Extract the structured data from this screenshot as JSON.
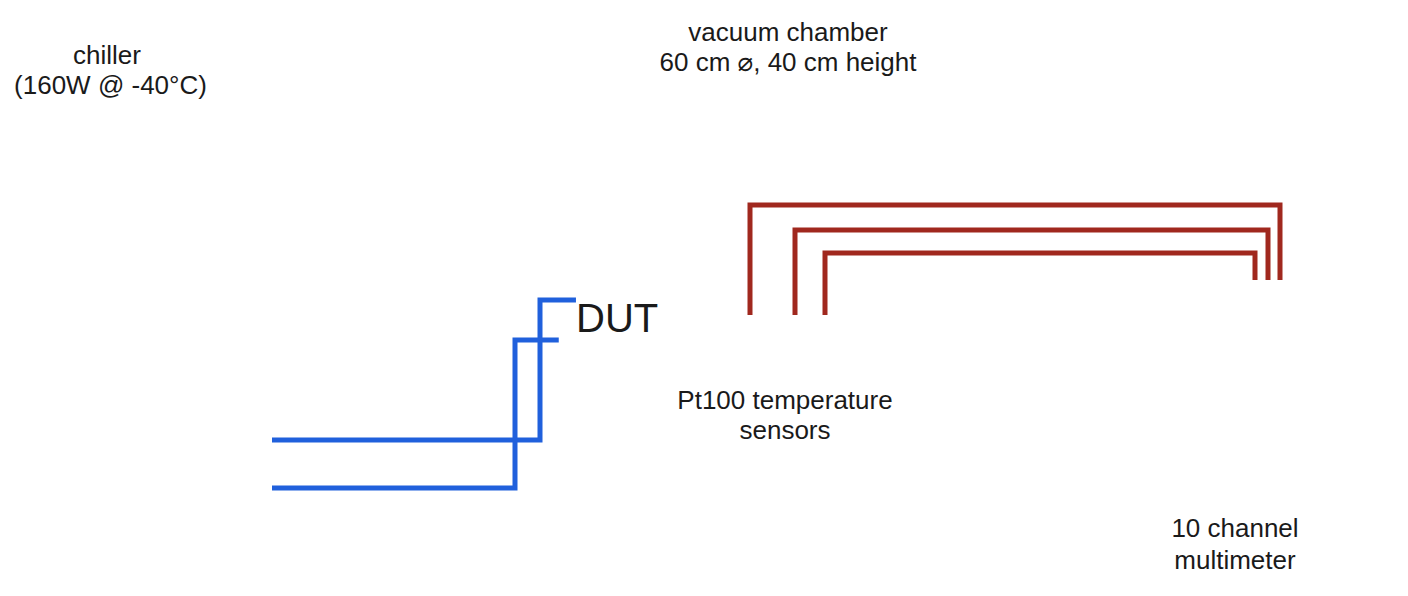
{
  "diagram": {
    "nodes": [
      {
        "text": [
          "chiller",
          "(160W @ -40°C)"
        ]
      },
      {
        "text": [
          "vacuum chamber",
          "60 cm ⌀, 40 cm height"
        ]
      },
      {
        "text": [
          "DUT"
        ],
        "in": 1
      },
      {
        "text": [
          "10 channel multimeter"
        ]
      }
    ],
    "edges": [
      {
        "from": 0,
        "to": 2,
        "arrow": "none"
      },
      {
        "from": 0,
        "to": 2,
        "arrow": "none"
      },
      {
        "from": 2,
        "to": 3,
        "arrow": "none"
      },
      {
        "from": 2,
        "to": 3,
        "arrow": "none"
      },
      {
        "from": 2,
        "to": 3,
        "arrow": "none"
      }
    ],
    "labels": [
      "Pt100 temperature sensors"
    ]
  }
}
